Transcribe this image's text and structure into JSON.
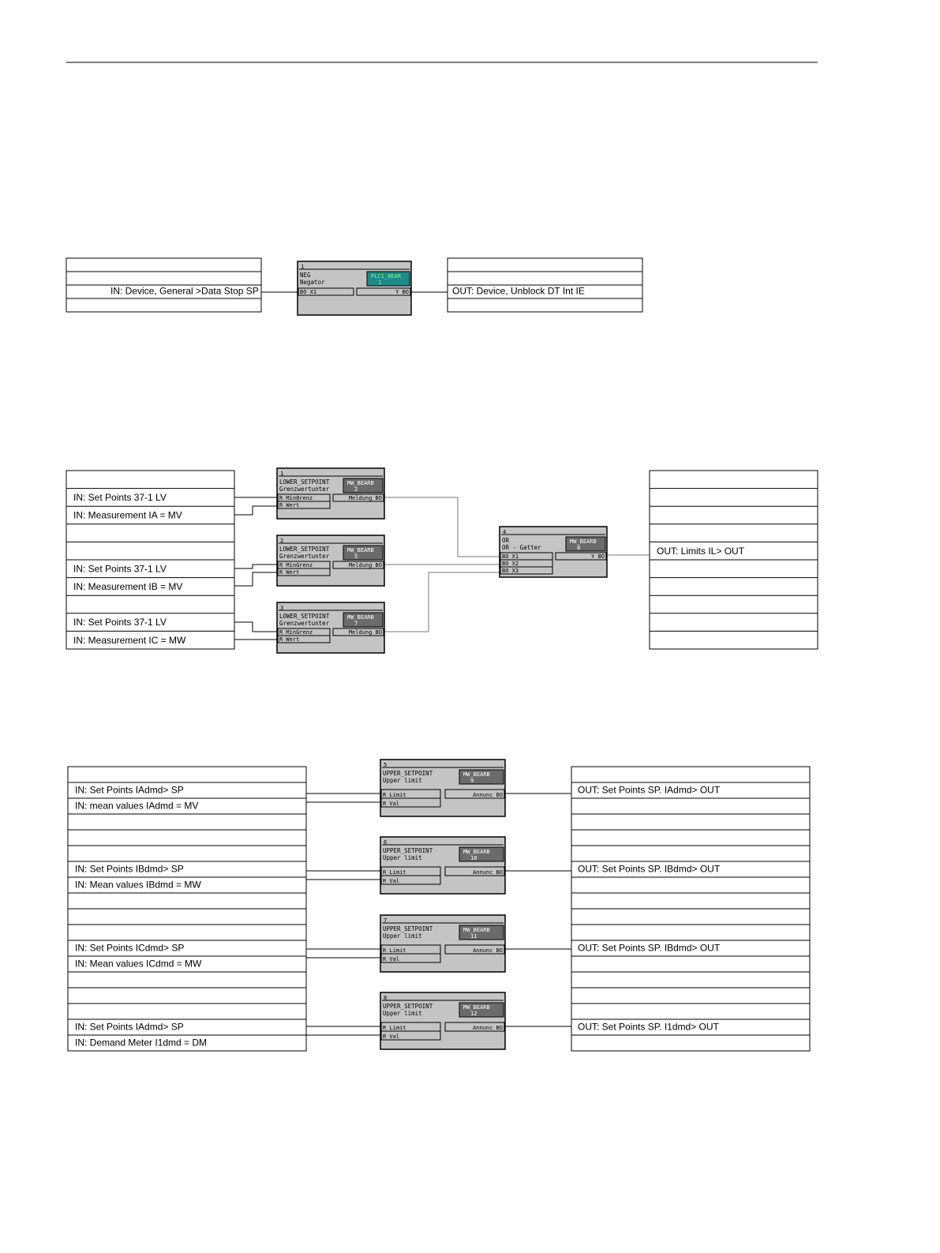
{
  "section1": {
    "input_rows": [
      "",
      "",
      "IN: Device, General >Data Stop SP",
      ""
    ],
    "output_rows": [
      "",
      "",
      "OUT: Device, Unblock DT Int IE",
      ""
    ],
    "block": {
      "number": "1",
      "title": "NEG",
      "subtitle": "Negator",
      "tag": "PLC1_BEAR",
      "tag_index": "1",
      "ports_in": [
        "BO X1"
      ],
      "ports_out": [
        "Y BO"
      ]
    }
  },
  "section2": {
    "input_rows": [
      "",
      "IN: Set Points 37-1 LV",
      "IN: Measurement IA = MV",
      "",
      "",
      "IN: Set Points 37-1 LV",
      "IN: Measurement IB = MV",
      "",
      "IN: Set Points 37-1 LV",
      "IN: Measurement IC = MW"
    ],
    "output_rows": [
      "",
      "",
      "",
      "",
      "OUT: Limits IL> OUT",
      "",
      "",
      "",
      "",
      ""
    ],
    "blocks": [
      {
        "number": "1",
        "title": "LOWER_SETPOINT",
        "subtitle": "Grenzwertunter",
        "tag": "MW_BEARB",
        "tag_index": "2",
        "ports_in": [
          "R  Min8renz",
          "R  Wert"
        ],
        "ports_out": [
          "Meldung BO"
        ]
      },
      {
        "number": "2",
        "title": "LOWER_SETPOINT",
        "subtitle": "Grenzwertunter",
        "tag": "MW_BEARB",
        "tag_index": "5",
        "ports_in": [
          "R  MinGrenz",
          "R  Wert"
        ],
        "ports_out": [
          "Meldung BO"
        ]
      },
      {
        "number": "3",
        "title": "LOWER_SETPOINT",
        "subtitle": "Grenzwertunter",
        "tag": "MW_BEARB",
        "tag_index": "7",
        "ports_in": [
          "R  MinGrenz",
          "R  Wert"
        ],
        "ports_out": [
          "Meldung BO"
        ]
      }
    ],
    "or_block": {
      "number": "4",
      "title": "OR",
      "subtitle": "OR - Gatter",
      "tag": "MW_BEARB",
      "tag_index": "8",
      "ports_in": [
        "BO X1",
        "BO X2",
        "BO X3"
      ],
      "ports_out": [
        "Y BO"
      ]
    }
  },
  "section3": {
    "input_rows": [
      "",
      "IN: Set Points IAdmd> SP",
      "IN: mean values IAdmd = MV",
      "",
      "",
      "",
      "IN: Set Points IBdmd> SP",
      "IN: Mean values IBdmd = MW",
      "",
      "",
      "",
      "IN: Set Points ICdmd> SP",
      "IN: Mean values ICdmd = MW",
      "",
      "",
      "",
      "IN: Set Points IAdmd> SP",
      "IN: Demand Meter I1dmd = DM"
    ],
    "output_rows": [
      "",
      "OUT: Set Points SP. IAdmd> OUT",
      "",
      "",
      "",
      "",
      "OUT: Set Points SP. IBdmd> OUT",
      "",
      "",
      "",
      "",
      "OUT: Set Points SP. IBdmd> OUT",
      "",
      "",
      "",
      "",
      "OUT: Set Points SP. I1dmd> OUT",
      ""
    ],
    "blocks": [
      {
        "number": "5",
        "title": "UPPER_SETPOINT",
        "subtitle": "Upper limit",
        "tag": "MW_BEARB",
        "tag_index": "9",
        "ports_in": [
          "R  Limit",
          "R  Val"
        ],
        "ports_out": [
          "Annunc BO"
        ]
      },
      {
        "number": "6",
        "title": "UPPER_SETPOINT",
        "subtitle": "Upper limit",
        "tag": "MW_BEARB",
        "tag_index": "10",
        "ports_in": [
          "R  Limit",
          "R  Val"
        ],
        "ports_out": [
          "Annunc BO"
        ]
      },
      {
        "number": "7",
        "title": "UPPER_SETPOINT",
        "subtitle": "Upper limit",
        "tag": "MW_BEARB",
        "tag_index": "11",
        "ports_in": [
          "R  Limit",
          "R  Val"
        ],
        "ports_out": [
          "Annunc BO"
        ]
      },
      {
        "number": "8",
        "title": "UPPER_SETPOINT",
        "subtitle": "Upper limit",
        "tag": "MW_BEARB",
        "tag_index": "12",
        "ports_in": [
          "R  Limit",
          "R  Val"
        ],
        "ports_out": [
          "Annunc BO"
        ]
      }
    ]
  }
}
